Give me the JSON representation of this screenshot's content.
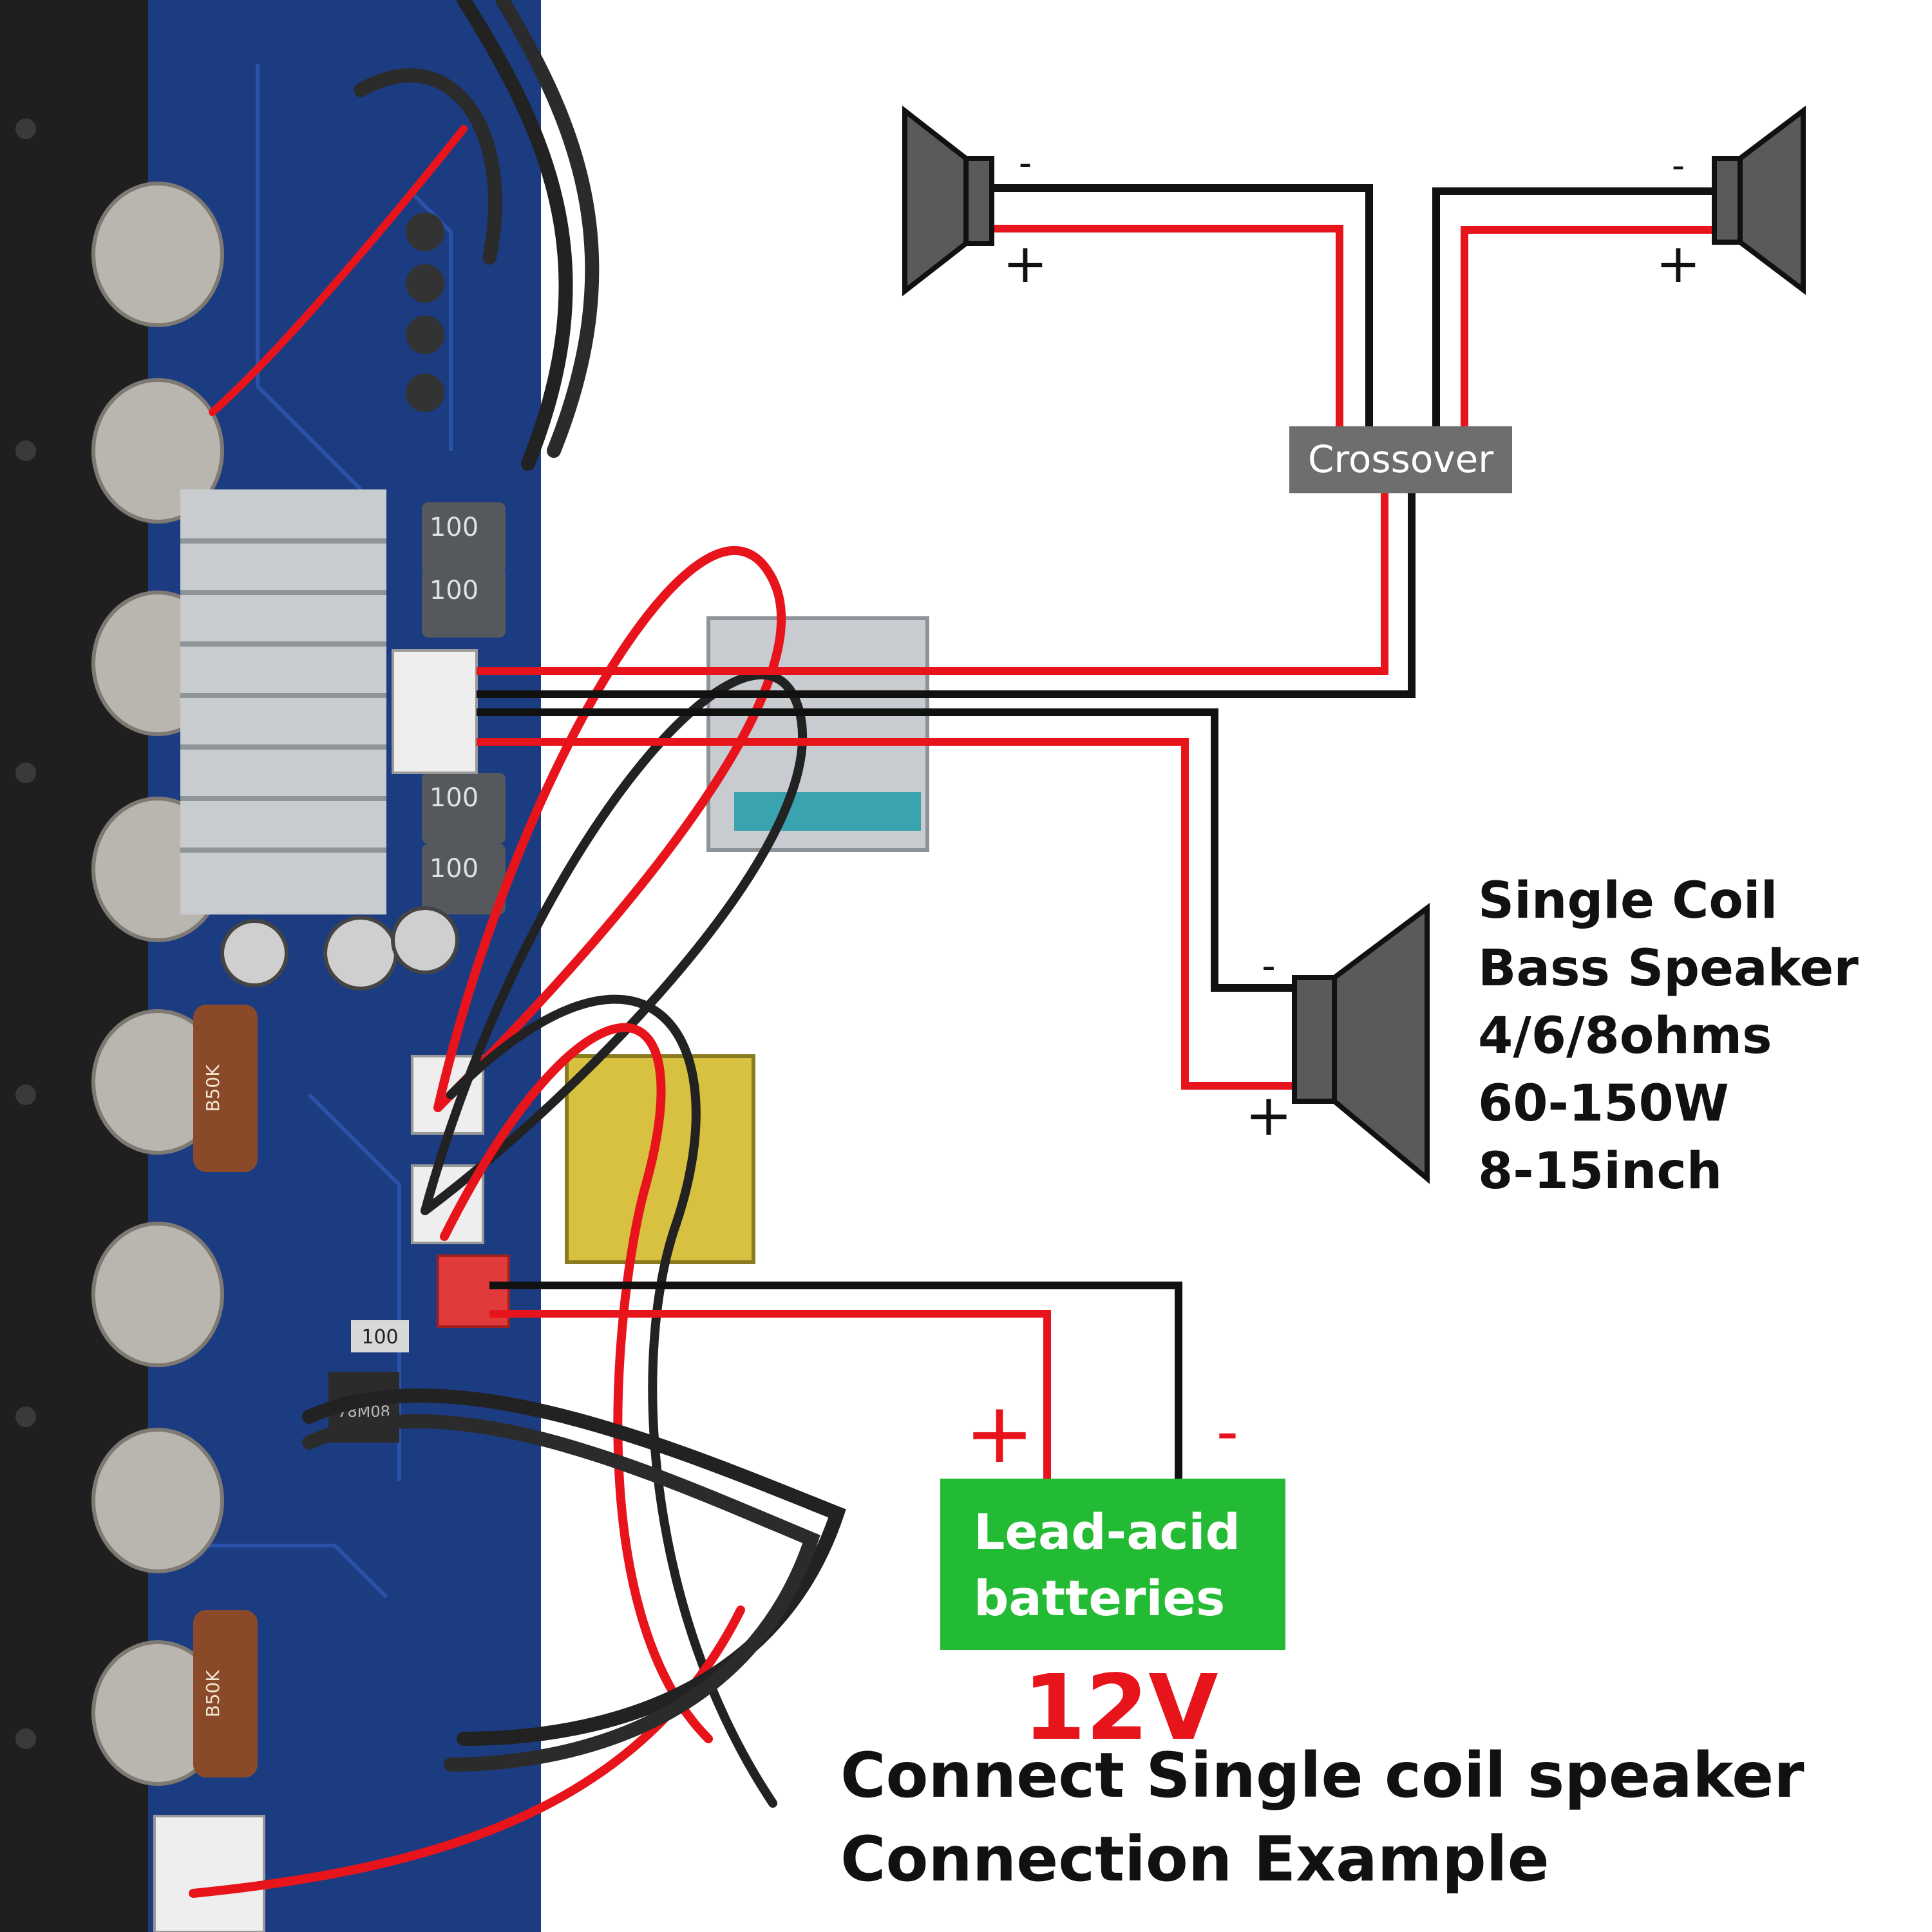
{
  "crossover": {
    "label": "Crossover"
  },
  "tweeter_left": {
    "neg": "-",
    "pos": "+"
  },
  "tweeter_right": {
    "neg": "-",
    "pos": "+"
  },
  "bass_speaker": {
    "neg": "-",
    "pos": "+",
    "spec_lines": [
      "Single Coil",
      "Bass Speaker",
      "4/6/8ohms",
      "60-150W",
      "8-15inch"
    ]
  },
  "battery": {
    "pos": "+",
    "neg": "-",
    "label_lines": [
      "Lead-acid",
      "batteries"
    ],
    "voltage": "12V"
  },
  "caption": {
    "line1": "Connect Single coil speaker",
    "line2": "Connection Example"
  },
  "board": {
    "inductor_labels": [
      "100",
      "100",
      "100",
      "100"
    ],
    "small_inductor": "100",
    "pot_labels": [
      "B50K",
      "B50K"
    ],
    "regulator": "78M08"
  },
  "colors": {
    "wire_red": "#e8141c",
    "wire_black": "#111111",
    "battery_green": "#22bb33",
    "crossover_gray": "#6e6e6e",
    "speaker_gray": "#5a5a5a",
    "pcb_blue": "#1c3c82",
    "voltage_red": "#e8141c"
  }
}
